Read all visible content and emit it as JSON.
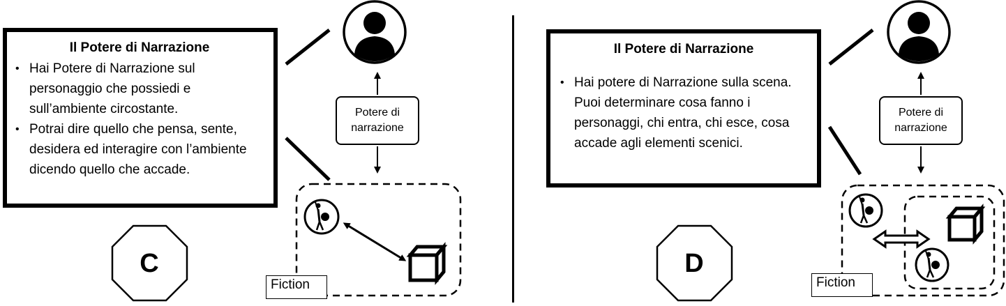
{
  "panel_c": {
    "title": "Il Potere di Narrazione",
    "bullets": [
      "Hai Potere di Narrazione sul personaggio che possiedi e sull’ambiente circostante.",
      "Potrai dire quello che pensa, sente, desidera ed interagire con l’ambiente dicendo quello che accade."
    ],
    "power_label": "Potere di narrazione",
    "fiction_label": "Fiction",
    "octagon_letter": "C"
  },
  "panel_d": {
    "title": "Il Potere di Narrazione",
    "bullets": [
      "Hai potere di Narrazione sulla scena. Puoi determinare cosa fanno i personaggi, chi entra, chi esce, cosa accade agli elementi scenici."
    ],
    "power_label": "Potere di narrazione",
    "fiction_label": "Fiction",
    "octagon_letter": "D"
  },
  "icons": {
    "user": "user-avatar-icon",
    "character": "character-figure-icon",
    "object": "cube-icon"
  },
  "colors": {
    "stroke": "#000000",
    "background": "#ffffff"
  }
}
